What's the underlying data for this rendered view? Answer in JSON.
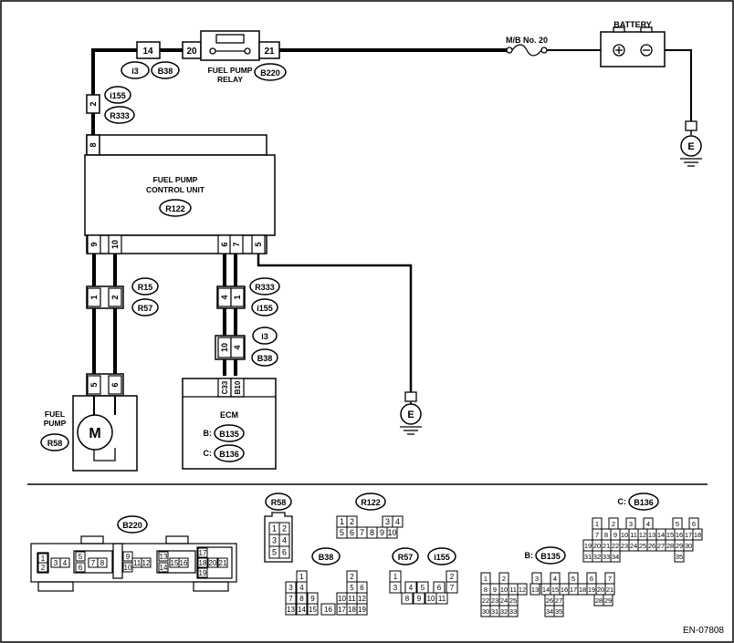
{
  "diagram_id": "EN-07808",
  "battery": {
    "label": "BATTERY",
    "pos_symbol": "⊕",
    "neg_symbol": "⊖"
  },
  "ground_symbol": "E",
  "fuse": {
    "label": "M/B No. 20"
  },
  "relay": {
    "label_line1": "FUEL PUMP",
    "label_line2": "RELAY",
    "connector": "B220",
    "pin_in": "20",
    "pin_out": "21"
  },
  "top_connector": {
    "pin": "14",
    "refs": [
      "i3",
      "B38"
    ]
  },
  "left_connector": {
    "pin": "2",
    "refs": [
      "i155",
      "R333"
    ]
  },
  "control_unit": {
    "label_line1": "FUEL PUMP",
    "label_line2": "CONTROL UNIT",
    "connector": "R122",
    "top_pin": "8",
    "bottom_pins": [
      "9",
      "10",
      "6",
      "7",
      "5"
    ]
  },
  "conn_r15": {
    "pins": [
      "1",
      "2"
    ],
    "refs": [
      "R15",
      "R57"
    ]
  },
  "conn_r333": {
    "pins": [
      "4",
      "1"
    ],
    "refs": [
      "R333",
      "i155"
    ]
  },
  "conn_i3": {
    "pins": [
      "10",
      "4"
    ],
    "refs": [
      "i3",
      "B38"
    ]
  },
  "fuel_pump": {
    "label_line1": "FUEL",
    "label_line2": "PUMP",
    "connector": "R58",
    "pins": [
      "5",
      "6"
    ],
    "motor": "M"
  },
  "ecm": {
    "label": "ECM",
    "pins": [
      "C33",
      "B10"
    ],
    "conn_b_prefix": "B:",
    "conn_b": "B135",
    "conn_c_prefix": "C:",
    "conn_c": "B136"
  },
  "connector_views": {
    "b220": {
      "title": "B220",
      "row1": [
        "1",
        "3",
        "4",
        "5",
        "7",
        "8",
        "9",
        "11",
        "12",
        "13",
        "15",
        "16",
        "17",
        "18",
        "20",
        "21"
      ],
      "row2": [
        "2",
        "6",
        "10",
        "14",
        "19"
      ]
    },
    "r58": {
      "title": "R58",
      "pins": [
        "1",
        "2",
        "3",
        "4",
        "5",
        "6"
      ]
    },
    "r122": {
      "title": "R122",
      "pins": [
        "1",
        "2",
        "3",
        "4",
        "5",
        "6",
        "7",
        "8",
        "9",
        "10"
      ]
    },
    "b38": {
      "title": "B38",
      "pins": [
        "1",
        "2",
        "3",
        "4",
        "5",
        "6",
        "7",
        "8",
        "9",
        "10",
        "11",
        "12",
        "13",
        "14",
        "15",
        "16",
        "17",
        "18",
        "19"
      ]
    },
    "r57": {
      "title": "R57",
      "title2": "i155",
      "pins": [
        "1",
        "2",
        "3",
        "4",
        "5",
        "6",
        "7",
        "8",
        "9",
        "10",
        "11"
      ]
    },
    "b135": {
      "prefix": "B:",
      "title": "B135",
      "pins": [
        "1",
        "2",
        "3",
        "4",
        "5",
        "6",
        "7",
        "8",
        "9",
        "10",
        "11",
        "12",
        "13",
        "14",
        "15",
        "16",
        "17",
        "18",
        "19",
        "20",
        "21",
        "22",
        "23",
        "24",
        "25",
        "26",
        "27",
        "28",
        "29",
        "30",
        "31",
        "32",
        "33",
        "34",
        "35"
      ]
    },
    "b136": {
      "prefix": "C:",
      "title": "B136",
      "pins": [
        "1",
        "2",
        "3",
        "4",
        "5",
        "6",
        "7",
        "8",
        "9",
        "10",
        "11",
        "12",
        "13",
        "14",
        "15",
        "16",
        "17",
        "18",
        "19",
        "20",
        "21",
        "22",
        "23",
        "24",
        "25",
        "26",
        "27",
        "28",
        "29",
        "30",
        "31",
        "32",
        "33",
        "34",
        "35"
      ]
    }
  }
}
